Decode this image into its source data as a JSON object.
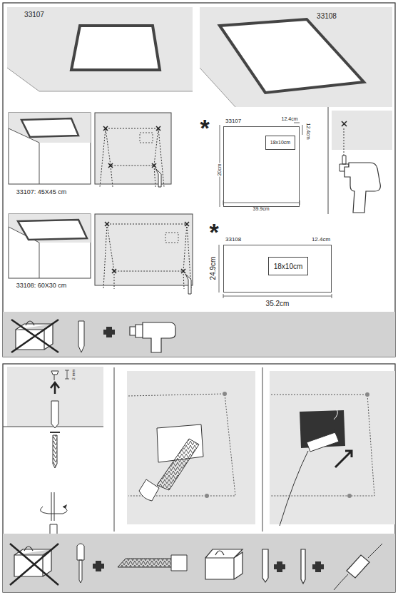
{
  "diagram": {
    "nodes": [
      {
        "text": [
          "33107"
        ]
      },
      {
        "text": [
          "18x10cm"
        ],
        "in": 0
      },
      {
        "text": [
          "33108"
        ]
      },
      {
        "text": [
          "18x10cm"
        ],
        "in": 2
      }
    ],
    "labels": [
      "33107",
      "33108",
      "33107: 45X45 cm",
      "33108: 60X30 cm",
      "*",
      "*",
      "12.4cm",
      "12.4cm",
      "20cm",
      "39.9cm",
      "12.4cm",
      "24.9cm",
      "35.2cm",
      "2 mm"
    ]
  }
}
